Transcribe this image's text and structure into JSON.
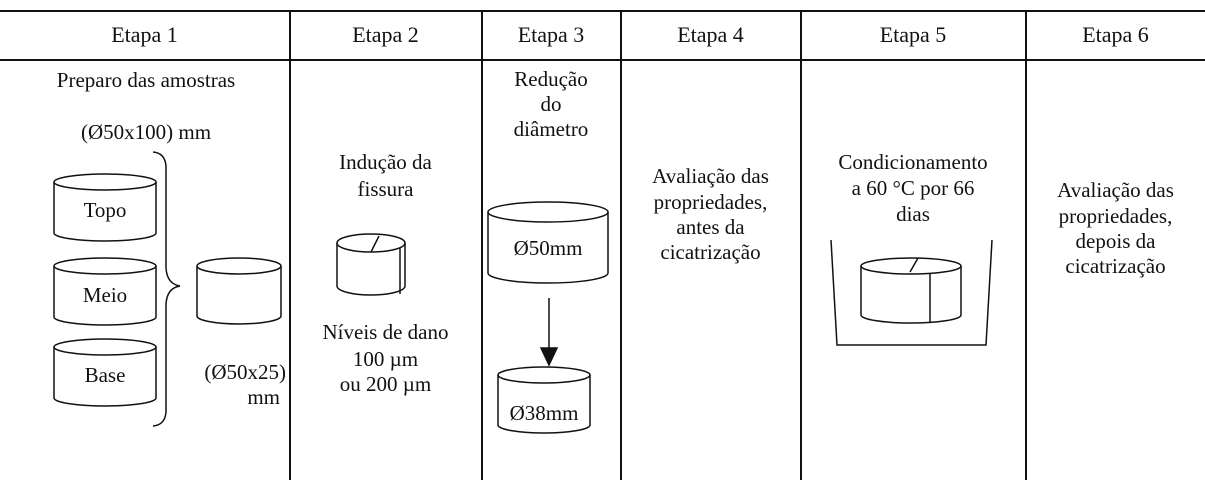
{
  "headers": [
    "Etapa 1",
    "Etapa 2",
    "Etapa 3",
    "Etapa 4",
    "Etapa 5",
    "Etapa 6"
  ],
  "etapa1": {
    "title": "Preparo das amostras",
    "dims": "(Ø50x100) mm",
    "layers": [
      "Topo",
      "Meio",
      "Base"
    ],
    "slice_dims_line1": "(Ø50x25)",
    "slice_dims_line2": "mm"
  },
  "etapa2": {
    "title_line1": "Indução da",
    "title_line2": "fissura",
    "damage_line1": "Níveis de dano",
    "damage_line2": "100 µm",
    "damage_line3": "ou 200 µm"
  },
  "etapa3": {
    "title_line1": "Redução",
    "title_line2": "do",
    "title_line3": "diâmetro",
    "diameter_before": "Ø50mm",
    "diameter_after": "Ø38mm"
  },
  "etapa4": {
    "line1": "Avaliação das",
    "line2": "propriedades,",
    "line3": "antes da",
    "line4": "cicatrização"
  },
  "etapa5": {
    "line1": "Condicionamento",
    "line2": "a 60 °C por 66",
    "line3": "dias"
  },
  "etapa6": {
    "line1": "Avaliação das",
    "line2": "propriedades,",
    "line3": "depois da",
    "line4": "cicatrização"
  }
}
